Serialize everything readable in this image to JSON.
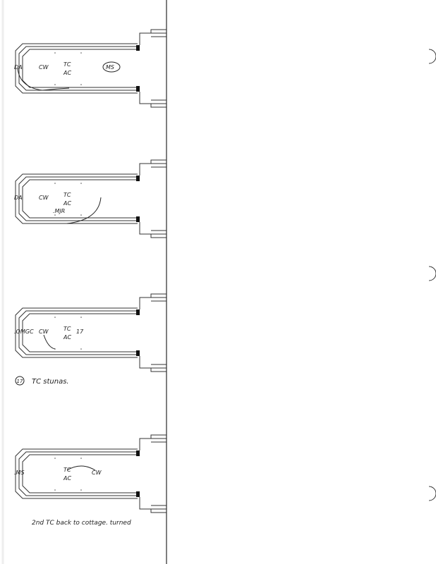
{
  "panels": [
    {
      "labels": {
        "left": "DA",
        "mid1": "CW",
        "top": "TC",
        "bottom": "AC",
        "right": "MS"
      }
    },
    {
      "labels": {
        "left": "DA",
        "mid1": "CW",
        "top": "TC",
        "bottom": "AC",
        "right": ".MJR"
      }
    },
    {
      "labels": {
        "left": ".OMGC",
        "mid1": "CW",
        "top": "TC",
        "bottom": "AC",
        "right": "17"
      }
    },
    {
      "labels": {
        "left": ".MS",
        "mid1": "",
        "top": "TC",
        "bottom": "AC",
        "right": "CW"
      }
    }
  ],
  "notes": {
    "note1_num": "17",
    "note1": "TC stunas.",
    "note2": "2nd TC back to cottage. turned"
  }
}
